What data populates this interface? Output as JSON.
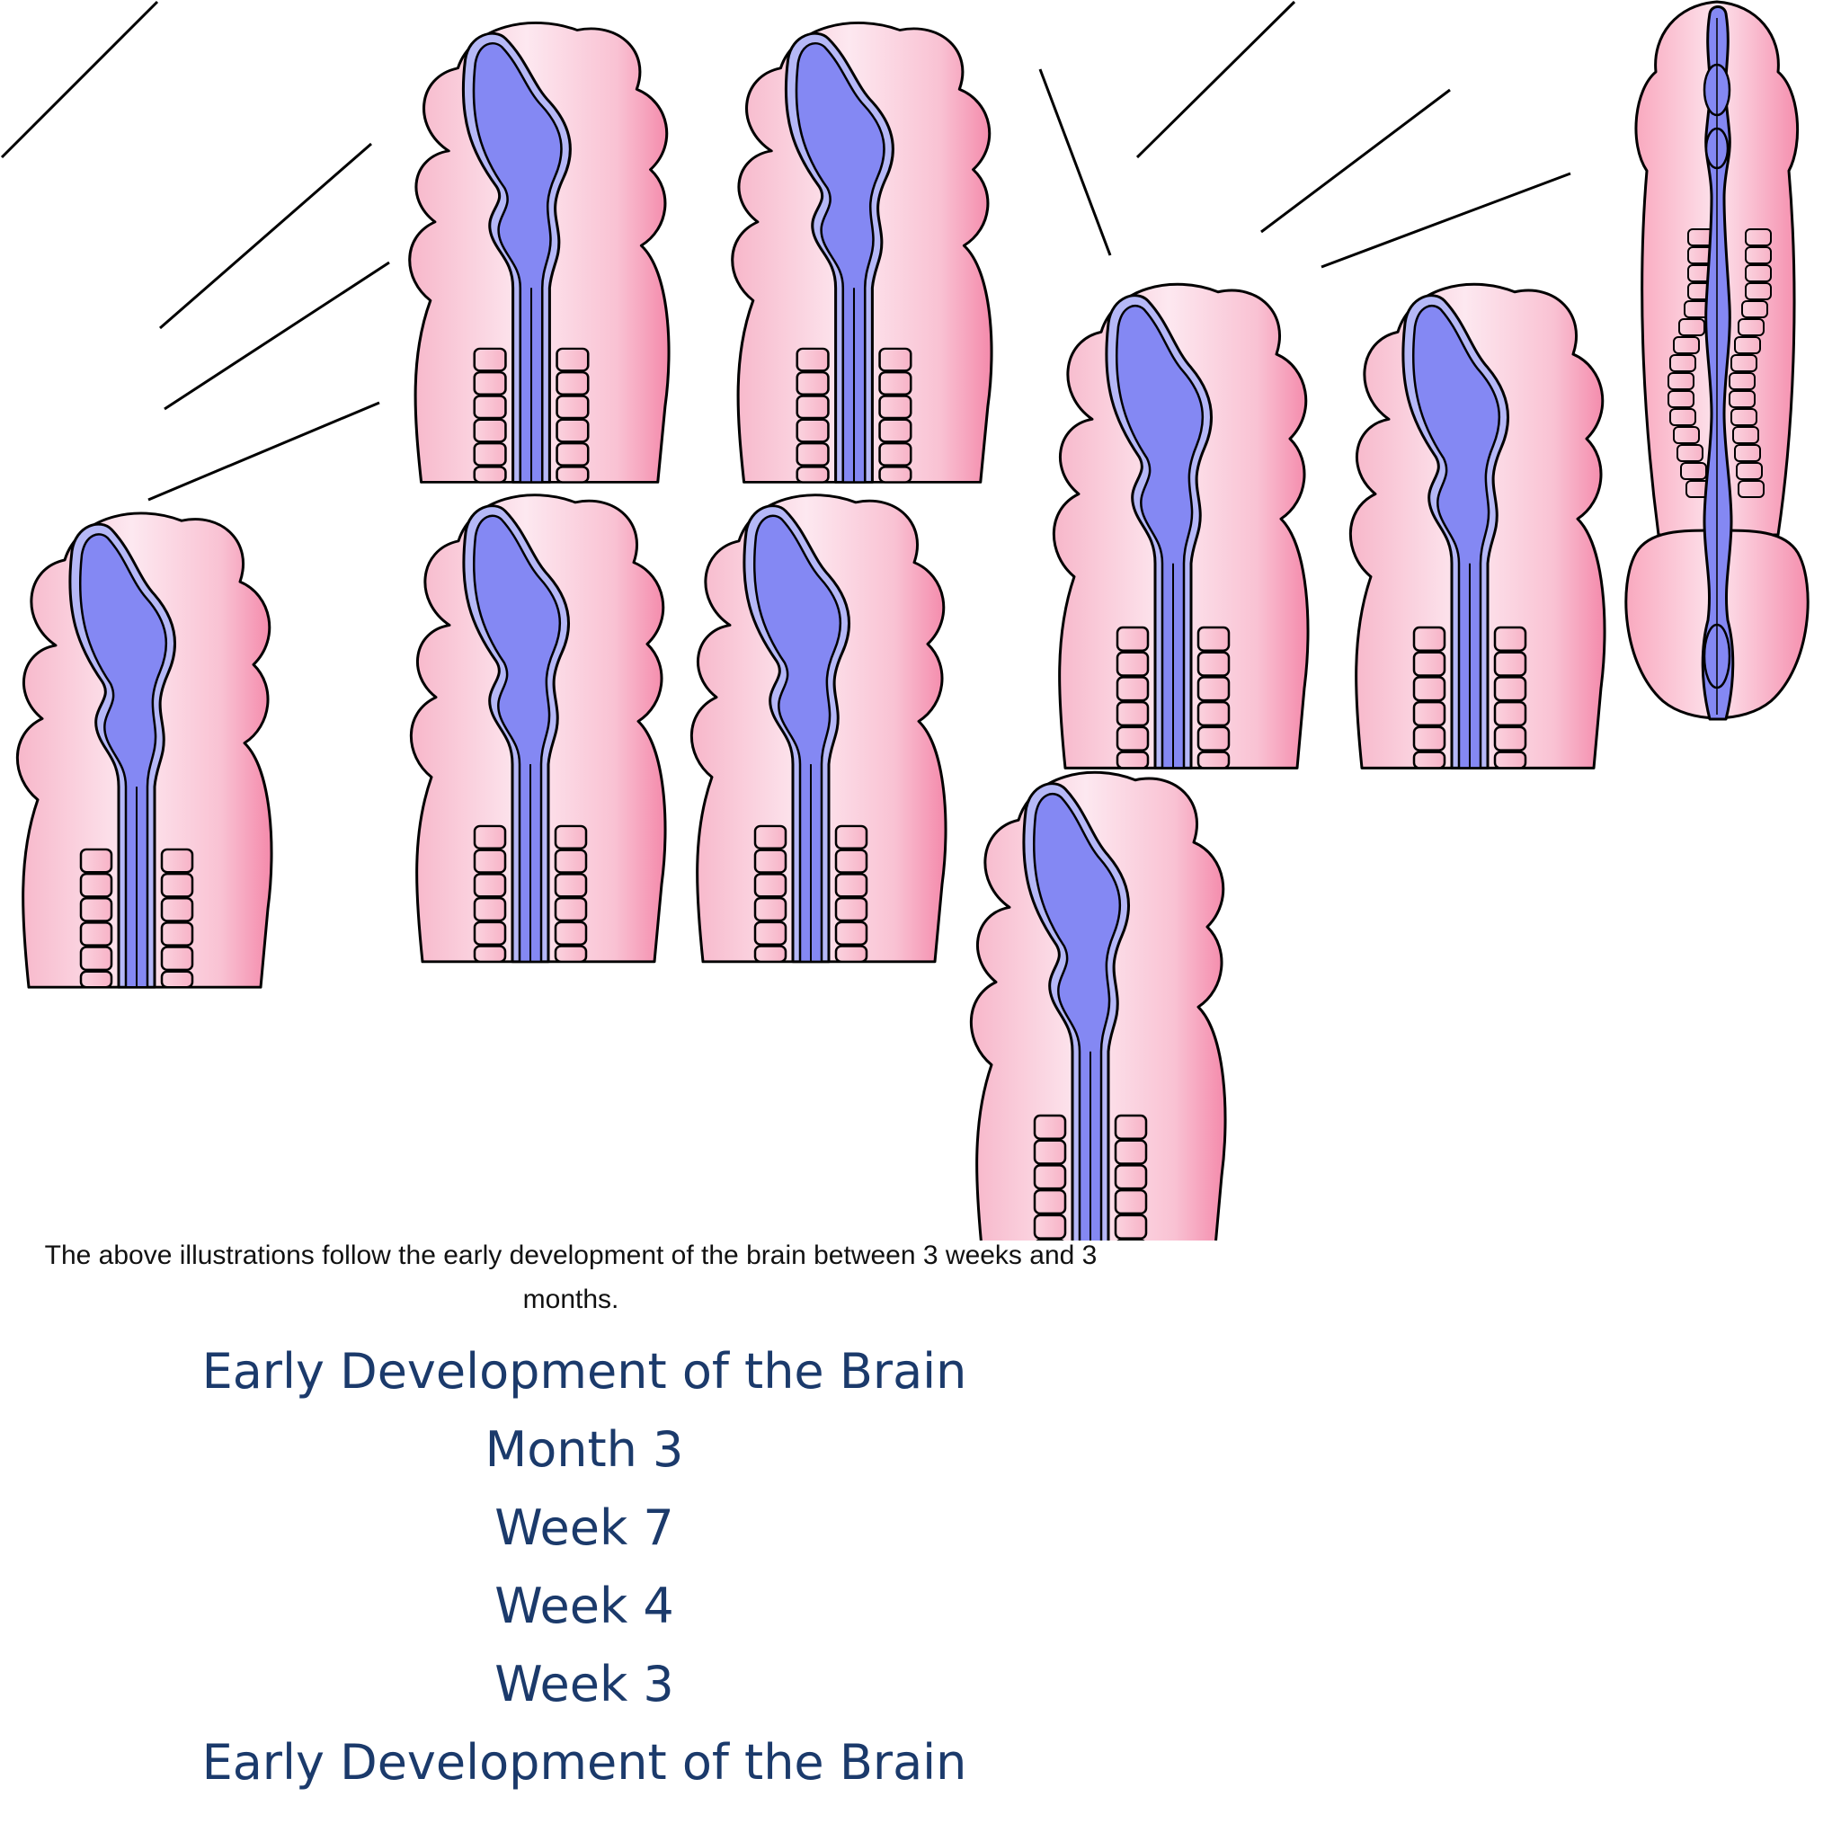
{
  "caption": "The above illustrations follow the early development of the brain between 3 weeks and 3 months.",
  "labels": {
    "title_top": "Early Development of the Brain",
    "month_3": "Month 3",
    "week_7": "Week 7",
    "week_4": "Week 4",
    "week_3": "Week 3",
    "title_bottom": "Early Development of the Brain"
  },
  "colors": {
    "tissue_light": "#fde7ef",
    "tissue_mid": "#f8b6c9",
    "tissue_dark": "#f58fae",
    "ventricle": "#8488f3",
    "ventricle_rim": "#b5b8f7",
    "outline": "#000000",
    "title_text": "#1b3a6b",
    "caption_text": "#111111"
  },
  "illustrations": [
    {
      "name": "embryo-brain-illustration",
      "style": "lobed"
    },
    {
      "name": "embryo-brain-illustration",
      "style": "lobed"
    },
    {
      "name": "embryo-brain-illustration",
      "style": "lobed"
    },
    {
      "name": "embryo-brain-illustration",
      "style": "lobed"
    },
    {
      "name": "embryo-brain-illustration",
      "style": "lobed"
    },
    {
      "name": "embryo-brain-illustration",
      "style": "lobed"
    },
    {
      "name": "embryo-brain-illustration",
      "style": "lobed"
    },
    {
      "name": "embryo-brain-illustration",
      "style": "lobed"
    },
    {
      "name": "neural-tube-illustration",
      "style": "elongated"
    }
  ]
}
